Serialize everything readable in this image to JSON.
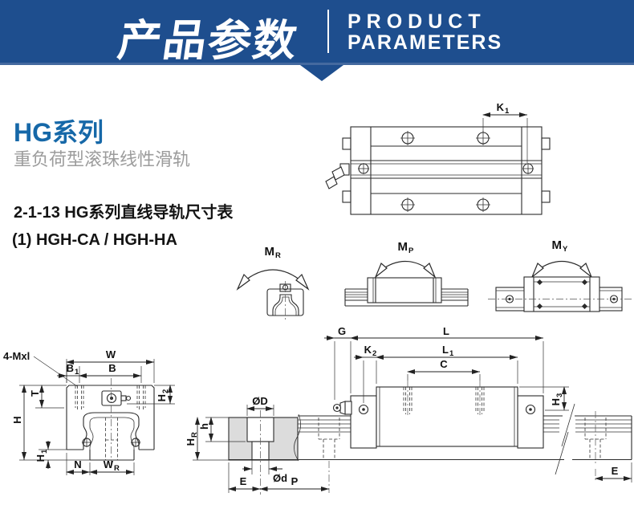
{
  "header": {
    "banner_color": "#1e4e8e",
    "title_cn": "产品参数",
    "title_en_line1": "PRODUCT",
    "title_en_line2": "PARAMETERS"
  },
  "series": {
    "name": "HG系列",
    "name_color": "#1668a8",
    "subtitle": "重负荷型滚珠线性滑轨"
  },
  "section": {
    "table_title": "2-1-13 HG系列直线导轨尺寸表",
    "model_line": "(1) HGH-CA / HGH-HA"
  },
  "labels": {
    "k1": {
      "m": "K",
      "s": "1"
    },
    "mr": {
      "m": "M",
      "s": "R"
    },
    "mp": {
      "m": "M",
      "s": "P"
    },
    "my": {
      "m": "M",
      "s": "Y"
    },
    "bolt_note": "4-Mxl",
    "w": "W",
    "b1": {
      "m": "B",
      "s": "1"
    },
    "b": "B",
    "t": "T",
    "h": "H",
    "h1": {
      "m": "H",
      "s": "1"
    },
    "h2": {
      "m": "H",
      "s": "2"
    },
    "n": "N",
    "wr": {
      "m": "W",
      "s": "R"
    },
    "dD": "ØD",
    "hsmall": "h",
    "hr": {
      "m": "H",
      "s": "R"
    },
    "dd": "Ød",
    "e_rail": "E",
    "p": "P",
    "g": "G",
    "l": "L",
    "k2": {
      "m": "K",
      "s": "2"
    },
    "l1": {
      "m": "L",
      "s": "1"
    },
    "c": "C",
    "h3": {
      "m": "H",
      "s": "3"
    },
    "e_end": "E"
  }
}
